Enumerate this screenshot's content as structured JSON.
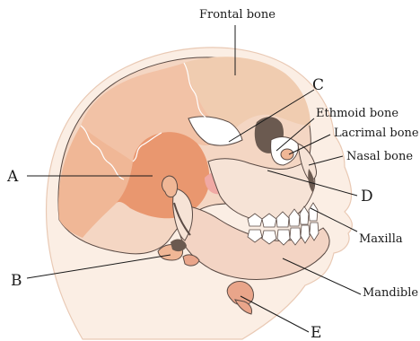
{
  "labels": {
    "frontal_bone": "Frontal bone",
    "c": "C",
    "ethmoid_bone": "Ethmoid bone",
    "lacrimal_bone": "Lacrimal bone",
    "nasal_bone": "Nasal bone",
    "a": "A",
    "d": "D",
    "maxilla": "Maxilla",
    "b": "B",
    "mandible": "Mandible",
    "e": "E"
  },
  "colors": {
    "skin": "#fbeee4",
    "skin_outline": "#e9c9b4",
    "cranium": "#f4d6c3",
    "frontal": "#f0ccb0",
    "parietal": "#f2c2a6",
    "temporal": "#e9976f",
    "occipital": "#f0b796",
    "face": "#f6e3d6",
    "mandible": "#f3d4c4",
    "hyoid": "#e9a58a",
    "orbit": "#6b5a50",
    "teeth": "#ffffff",
    "sphenoid": "#f0a9a4"
  }
}
